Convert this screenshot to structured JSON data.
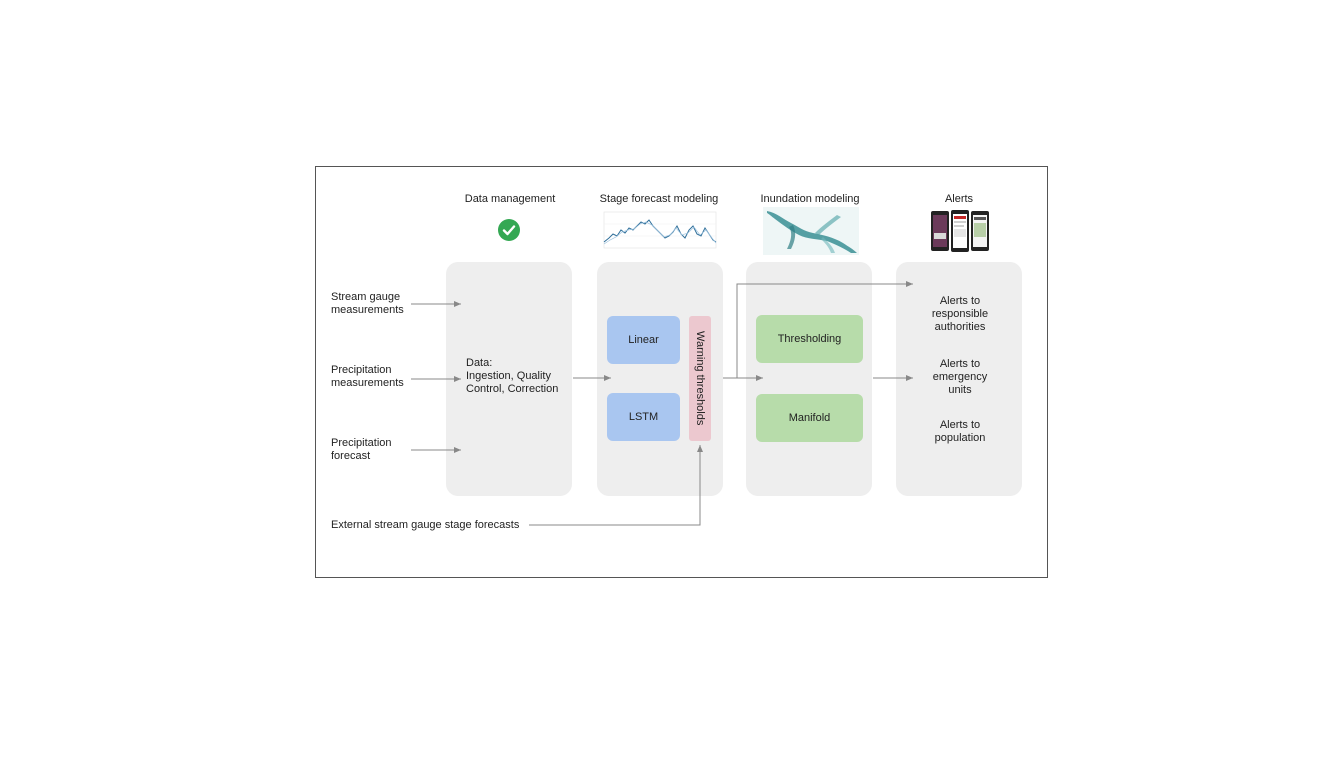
{
  "columns": {
    "data_management": "Data management",
    "stage_forecast": "Stage forecast modeling",
    "inundation": "Inundation modeling",
    "alerts": "Alerts"
  },
  "inputs": {
    "stream_gauge": "Stream gauge\nmeasurements",
    "precip_measure": "Precipitation\nmeasurements",
    "precip_forecast": "Precipitation\nforecast",
    "external": "External stream gauge stage forecasts"
  },
  "data_panel": {
    "text": "Data:\nIngestion, Quality\nControl, Correction"
  },
  "models": {
    "linear": "Linear",
    "lstm": "LSTM",
    "warning": "Warning thresholds"
  },
  "inundation_models": {
    "thresholding": "Thresholding",
    "manifold": "Manifold"
  },
  "alert_items": {
    "authorities": "Alerts to\nresponsible\nauthorities",
    "emergency": "Alerts to\nemergency\nunits",
    "population": "Alerts to\npopulation"
  },
  "icons": {
    "check": "check-circle-icon",
    "forecast_chart": "hydrograph-thumbnail",
    "inundation_map": "inundation-map-thumbnail",
    "phones": "phone-alerts-icon"
  },
  "colors": {
    "blue_box": "#a9c6f0",
    "green_box": "#b7dcaa",
    "pink_bar": "#ecc8cf",
    "panel": "#eeeeee",
    "check": "#34a853",
    "arrow": "#888888"
  }
}
